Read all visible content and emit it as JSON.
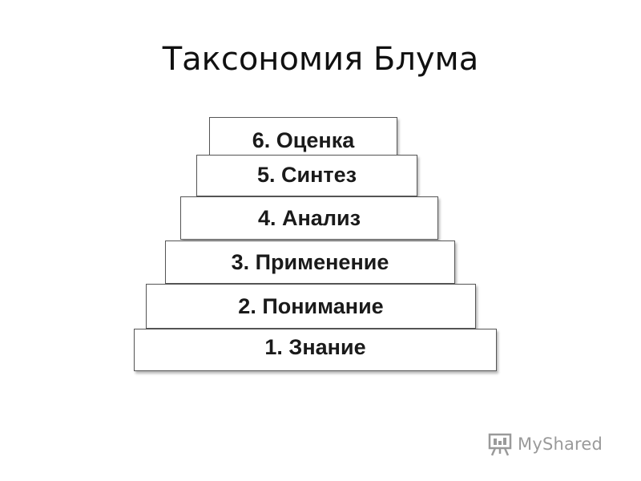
{
  "title": "Таксономия Блума",
  "levels": [
    {
      "label": "6. Оценка"
    },
    {
      "label": "5. Синтез"
    },
    {
      "label": "4. Анализ"
    },
    {
      "label": "3. Применение"
    },
    {
      "label": "2. Понимание"
    },
    {
      "label": "1. Знание"
    }
  ],
  "watermark": {
    "text": "MyShared",
    "icon": "presentation-board-icon",
    "color": "#9a9a9a"
  }
}
